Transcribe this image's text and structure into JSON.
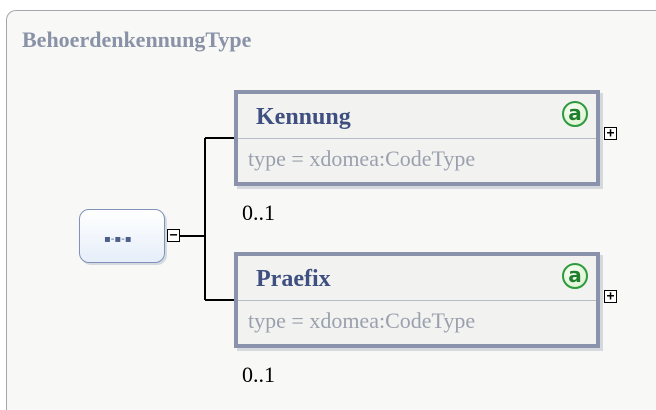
{
  "diagram": {
    "type_name": "BehoerdenkennungType",
    "compositor": {
      "icon": "sequence-icon",
      "toggle": "−"
    },
    "elements": [
      {
        "name": "Kennung",
        "attribute_icon_label": "a",
        "type_label": "type",
        "type_eq": "=",
        "type_value": "xdomea:CodeType",
        "cardinality": "0..1",
        "expand_toggle": "+"
      },
      {
        "name": "Praefix",
        "attribute_icon_label": "a",
        "type_label": "type",
        "type_eq": "=",
        "type_value": "xdomea:CodeType",
        "cardinality": "0..1",
        "expand_toggle": "+"
      }
    ],
    "colors": {
      "element_border": "#8a93ab",
      "element_name": "#3f4f80",
      "attribute_icon": "#2e9a3e",
      "type_text": "#9aa0ae",
      "title": "#8a92a7"
    }
  }
}
